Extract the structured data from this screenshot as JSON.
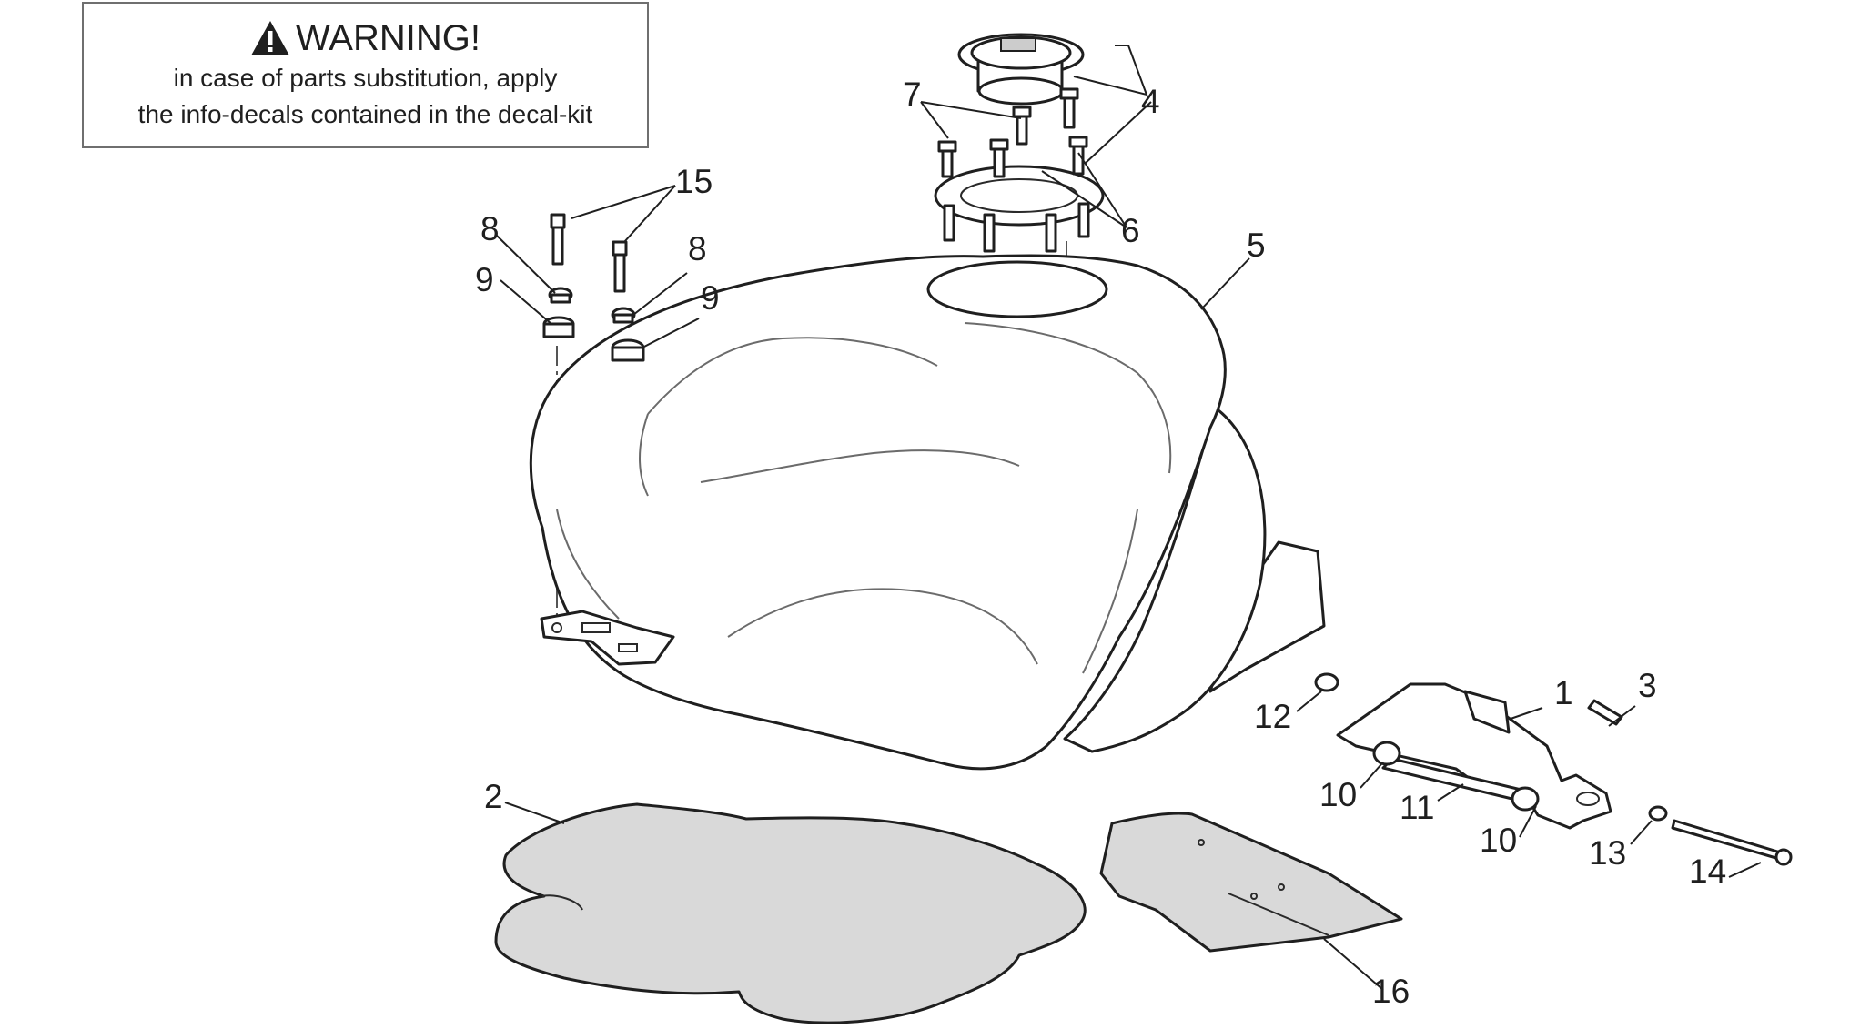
{
  "warning": {
    "title": "WARNING!",
    "line1": "in case of parts substitution, apply",
    "line2": "the info-decals contained in the decal-kit",
    "icon": "warning-triangle-icon"
  },
  "callouts": {
    "c1": "1",
    "c2": "2",
    "c3": "3",
    "c4": "4",
    "c5": "5",
    "c6": "6",
    "c7": "7",
    "c8a": "8",
    "c8b": "8",
    "c9a": "9",
    "c9b": "9",
    "c10a": "10",
    "c10b": "10",
    "c11": "11",
    "c12": "12",
    "c13": "13",
    "c14": "14",
    "c15": "15",
    "c16": "16"
  }
}
